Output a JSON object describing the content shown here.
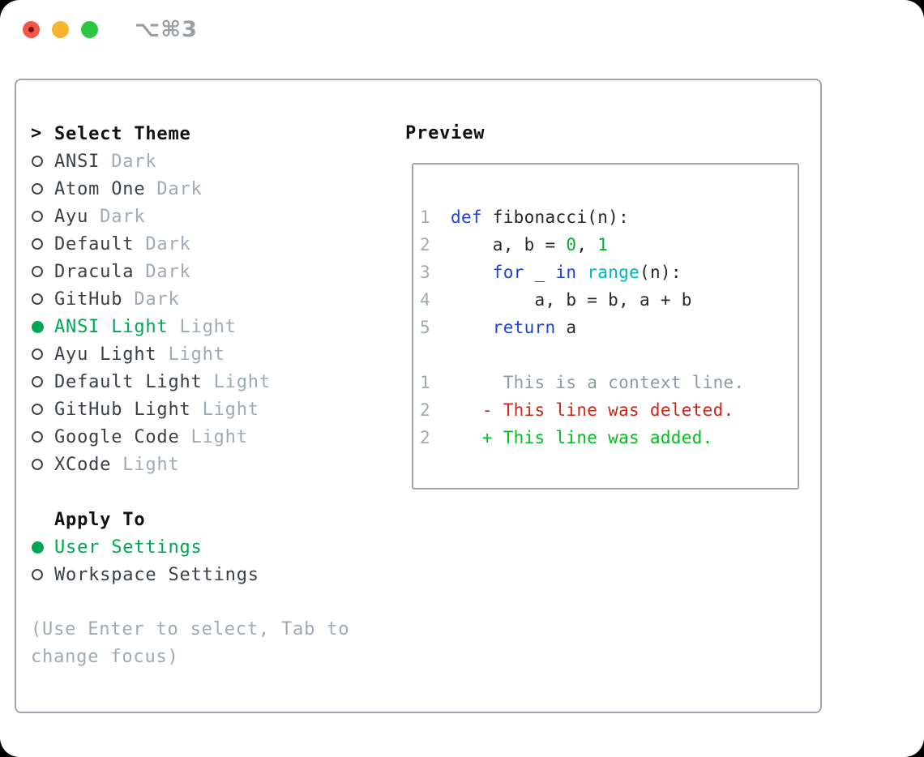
{
  "window": {
    "shortcut": "⌥⌘3",
    "traffic_lights": [
      "close",
      "minimize",
      "zoom"
    ]
  },
  "theme_picker": {
    "prefix": ">",
    "title": "Select Theme",
    "items": [
      {
        "label": "ANSI",
        "tag": "Dark",
        "selected": false
      },
      {
        "label": "Atom One",
        "tag": "Dark",
        "selected": false
      },
      {
        "label": "Ayu",
        "tag": "Dark",
        "selected": false
      },
      {
        "label": "Default",
        "tag": "Dark",
        "selected": false
      },
      {
        "label": "Dracula",
        "tag": "Dark",
        "selected": false
      },
      {
        "label": "GitHub",
        "tag": "Dark",
        "selected": false
      },
      {
        "label": "ANSI Light",
        "tag": "Light",
        "selected": true
      },
      {
        "label": "Ayu Light",
        "tag": "Light",
        "selected": false
      },
      {
        "label": "Default Light",
        "tag": "Light",
        "selected": false
      },
      {
        "label": "GitHub Light",
        "tag": "Light",
        "selected": false
      },
      {
        "label": "Google Code",
        "tag": "Light",
        "selected": false
      },
      {
        "label": "XCode",
        "tag": "Light",
        "selected": false
      }
    ]
  },
  "apply_to": {
    "title": "Apply To",
    "options": [
      {
        "label": "User Settings",
        "selected": true
      },
      {
        "label": "Workspace Settings",
        "selected": false
      }
    ]
  },
  "hint": "(Use Enter to select, Tab to change focus)",
  "preview": {
    "title": "Preview",
    "lines": [
      {
        "num": "1",
        "parts": [
          {
            "t": "def",
            "c": "kw"
          },
          {
            "t": " fibonacci(n):",
            "c": "fg"
          }
        ]
      },
      {
        "num": "2",
        "parts": [
          {
            "t": "    a, b = ",
            "c": "fg"
          },
          {
            "t": "0",
            "c": "num"
          },
          {
            "t": ", ",
            "c": "fg"
          },
          {
            "t": "1",
            "c": "num"
          }
        ]
      },
      {
        "num": "3",
        "parts": [
          {
            "t": "    ",
            "c": "fg"
          },
          {
            "t": "for",
            "c": "kw"
          },
          {
            "t": " _ ",
            "c": "fg"
          },
          {
            "t": "in",
            "c": "kw"
          },
          {
            "t": " ",
            "c": "fg"
          },
          {
            "t": "range",
            "c": "fn"
          },
          {
            "t": "(n):",
            "c": "fg"
          }
        ]
      },
      {
        "num": "4",
        "parts": [
          {
            "t": "        a, b = b, a + b",
            "c": "fg"
          }
        ]
      },
      {
        "num": "5",
        "parts": [
          {
            "t": "    ",
            "c": "fg"
          },
          {
            "t": "return",
            "c": "kw"
          },
          {
            "t": " a",
            "c": "fg"
          }
        ]
      },
      {
        "num": "",
        "parts": []
      },
      {
        "num": "1",
        "parts": [
          {
            "t": "     This is a context line.",
            "c": "ctx"
          }
        ]
      },
      {
        "num": "2",
        "parts": [
          {
            "t": "   - This line was deleted.",
            "c": "del"
          }
        ]
      },
      {
        "num": "2",
        "parts": [
          {
            "t": "   + This line was added.",
            "c": "add"
          }
        ]
      }
    ]
  },
  "colors": {
    "accent": "#00a751",
    "keyword_blue": "#1e44d8",
    "function_cyan": "#00b2c2",
    "number_green": "#00b326",
    "diff_added_green": "#00be1f",
    "diff_deleted_red": "#c9271a",
    "muted_gray": "#a0aab5",
    "border_gray": "#9fa6af",
    "traffic_red": "#f5564b",
    "traffic_yellow": "#f7b42c",
    "traffic_green": "#2ec543"
  }
}
